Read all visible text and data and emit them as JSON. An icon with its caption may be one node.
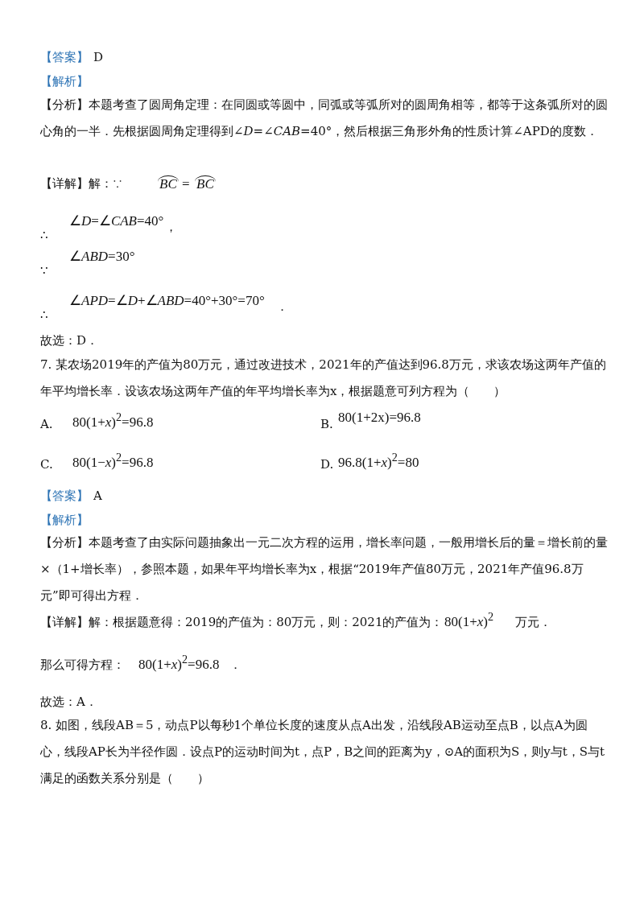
{
  "diagram": {
    "labels": [
      "【答案】",
      "D",
      "【解析】",
      "【分析】本题考查了圆周角定理：在同圆或等圆中，同弧或等弧所对的圆周角相等，都等于这条弧所对的圆心角的一半．先根据圆周角定理得到∠*D*=∠*CAB*=40°，然后根据三角形外角的性质计算∠APD的度数．",
      "【详解】解：∵",
      "*BC*",
      "=",
      "*BC*",
      "∴",
      "∠*D*=∠*CAB*=40°",
      "，",
      "∵",
      "∠*ABD*=30°",
      "∴",
      "∠*APD*=∠*D*+∠*ABD*=40°+30°=70°",
      "．",
      "故选：D．",
      "7. 某农场2019年的产值为80万元，通过改进技术，2021年的产值达到96.8万元，求该农场这两年产值的年平均增长率．设该农场这两年产值的年平均增长率为x，根据题意可列方程为（　　）",
      "A.",
      "80(1+*x*)$^{2}$=96.8",
      "B.",
      "80(1+2x)=96.8",
      "C.",
      "80(1−*x*)$^{2}$=96.8",
      "D.",
      "96.8(1+*x*)$^{2}$=80",
      "【答案】",
      "A",
      "【解析】",
      "【分析】本题考查了由实际问题抽象出一元二次方程的运用，增长率问题，一般用增长后的量＝增长前的量×（1+增长率），参照本题，如果年平均增长率为x，根据“2019年产值80万元，2021年产值96.8万元”即可得出方程．",
      "【详解】解：根据题意得：2019的产值为：80万元，则：2021的产值为：",
      "80(1+*x*)$^{2}$",
      "万元．",
      "那么可得方程：",
      "80(1+*x*)$^{2}$=96.8",
      "．",
      "故选：A．",
      "8. 如图，线段AB＝5，动点P以每秒1个单位长度的速度从点A出发，沿线段AB运动至点B，以点A为圆心，线段AP长为半径作圆．设点P的运动时间为t，点P，B之间的距离为y，⊙A的面积为S，则y与t，S与t满足的函数关系分别是（　　）"
    ]
  }
}
